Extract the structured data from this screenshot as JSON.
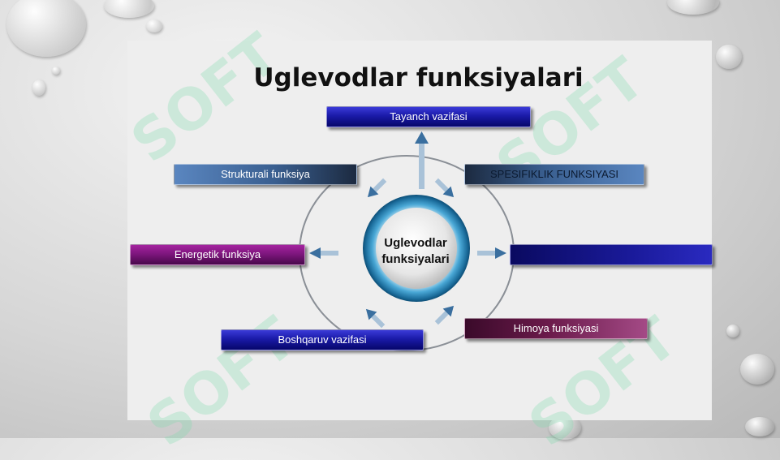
{
  "title": "Uglevodlar funksiyalari",
  "center_label_line1": "Uglevodlar",
  "center_label_line2": "funksiyalari",
  "nodes": {
    "top": "Tayanch vazifasi",
    "upper_left": "Strukturali funksiya",
    "upper_right": "SPESIFIKLIK FUNKSIYASI",
    "left": "Energetik funksiya",
    "right": "",
    "lower_left": "Boshqaruv vazifasi",
    "lower_right": "Himoya funksiyasi"
  },
  "watermark": "SOFT",
  "colors": {
    "blue": "#1a1aa8",
    "purple": "#7a157a",
    "steel": "#3a5f90",
    "ring": "#3e9bc8",
    "arrow": "#3a6f9f"
  }
}
